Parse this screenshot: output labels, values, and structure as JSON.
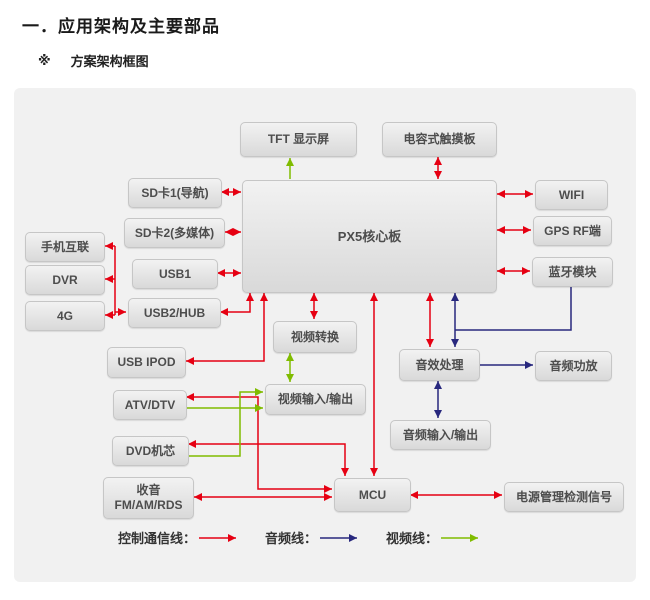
{
  "page": {
    "title": "一．应用架构及主要部品",
    "subtitle_marker": "※",
    "subtitle": "方案架构框图"
  },
  "colors": {
    "control_line": "#e60012",
    "audio_line": "#28287e",
    "video_line": "#80bc00",
    "node_text": "#4d4d4d",
    "panel_background": "#f1f1f1"
  },
  "nodes": {
    "tft": "TFT 显示屏",
    "touch": "电容式触摸板",
    "px5": "PX5核心板",
    "sd1": "SD卡1(导航)",
    "sd2": "SD卡2(多媒体)",
    "usb1": "USB1",
    "usb2": "USB2/HUB",
    "phone": "手机互联",
    "dvr": "DVR",
    "g4": "4G",
    "wifi": "WIFI",
    "gps": "GPS RF端",
    "bt": "蓝牙模块",
    "vidconv": "视频转换",
    "usbipod": "USB IPOD",
    "vidio": "视频输入/输出",
    "atvdtv": "ATV/DTV",
    "dvd": "DVD机芯",
    "radio_line1": "收音",
    "radio_line2": "FM/AM/RDS",
    "sfx": "音效处理",
    "amp": "音频功放",
    "audio_io": "音频输入/输出",
    "mcu": "MCU",
    "pwr": "电源管理检测信号"
  },
  "legend": {
    "control": "控制通信线：",
    "audio": "音频线：",
    "video": "视频线："
  }
}
